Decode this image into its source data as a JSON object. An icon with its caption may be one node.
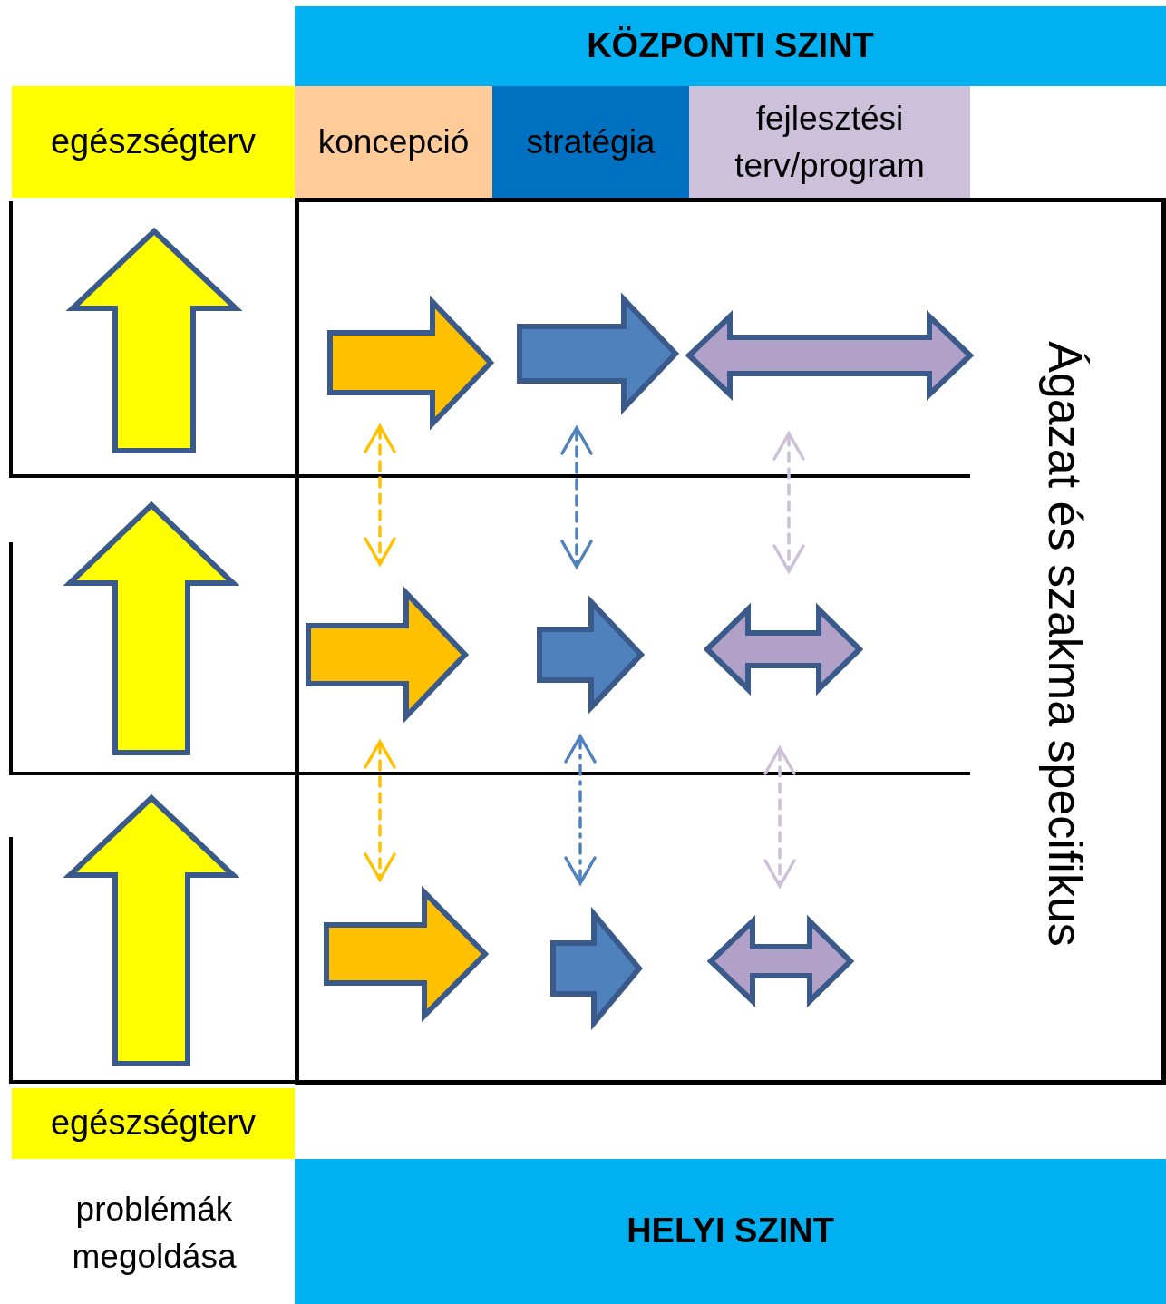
{
  "diagram": {
    "nodes": [
      {
        "text": [
          "KÖZPONTI SZINT"
        ]
      },
      {
        "text": [
          "egészségterv"
        ]
      },
      {
        "text": [
          "koncepció"
        ]
      },
      {
        "text": [
          "stratégia"
        ]
      },
      {
        "text": [
          "fejlesztési terv/program"
        ]
      },
      {
        "text": [
          "Ágazat és szakma specifikus"
        ]
      },
      {
        "text": [
          "egészségterv"
        ]
      },
      {
        "text": [
          "HELYI SZINT"
        ]
      }
    ],
    "labels": [
      "problémák megoldása"
    ]
  }
}
